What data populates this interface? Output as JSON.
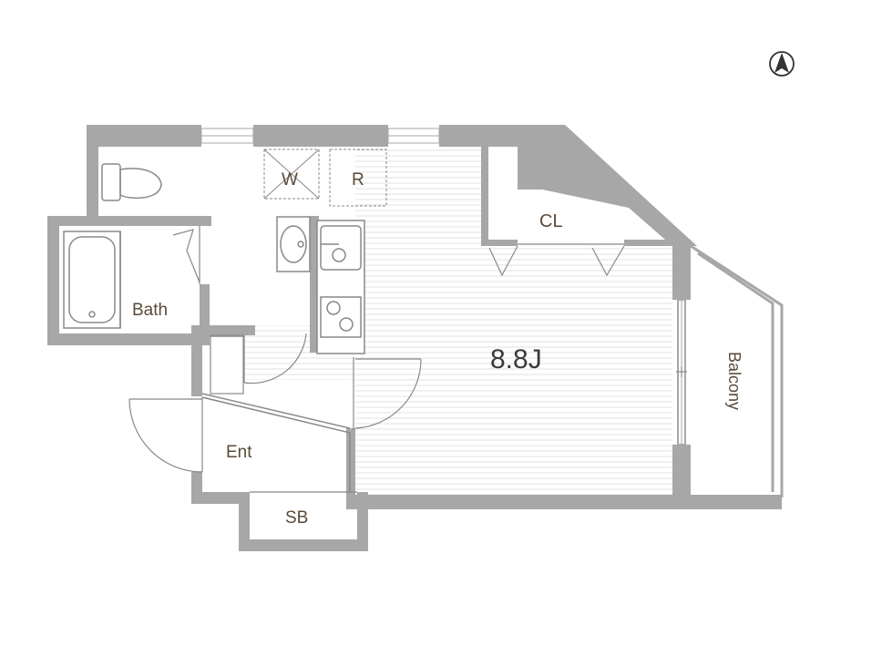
{
  "rooms": {
    "main_room": "8.8J",
    "closet": "CL",
    "bath": "Bath",
    "entrance": "Ent",
    "shoe_box": "SB",
    "balcony": "Balcony",
    "washer": "W",
    "refrigerator": "R"
  },
  "compass": {
    "icon": "north-arrow-icon"
  },
  "colors": {
    "wall": "#a7a7a7",
    "floor_line": "#e4e4e4",
    "fixture_stroke": "#888888",
    "label": "#5a4a3a",
    "main_label": "#3a3a3a"
  }
}
